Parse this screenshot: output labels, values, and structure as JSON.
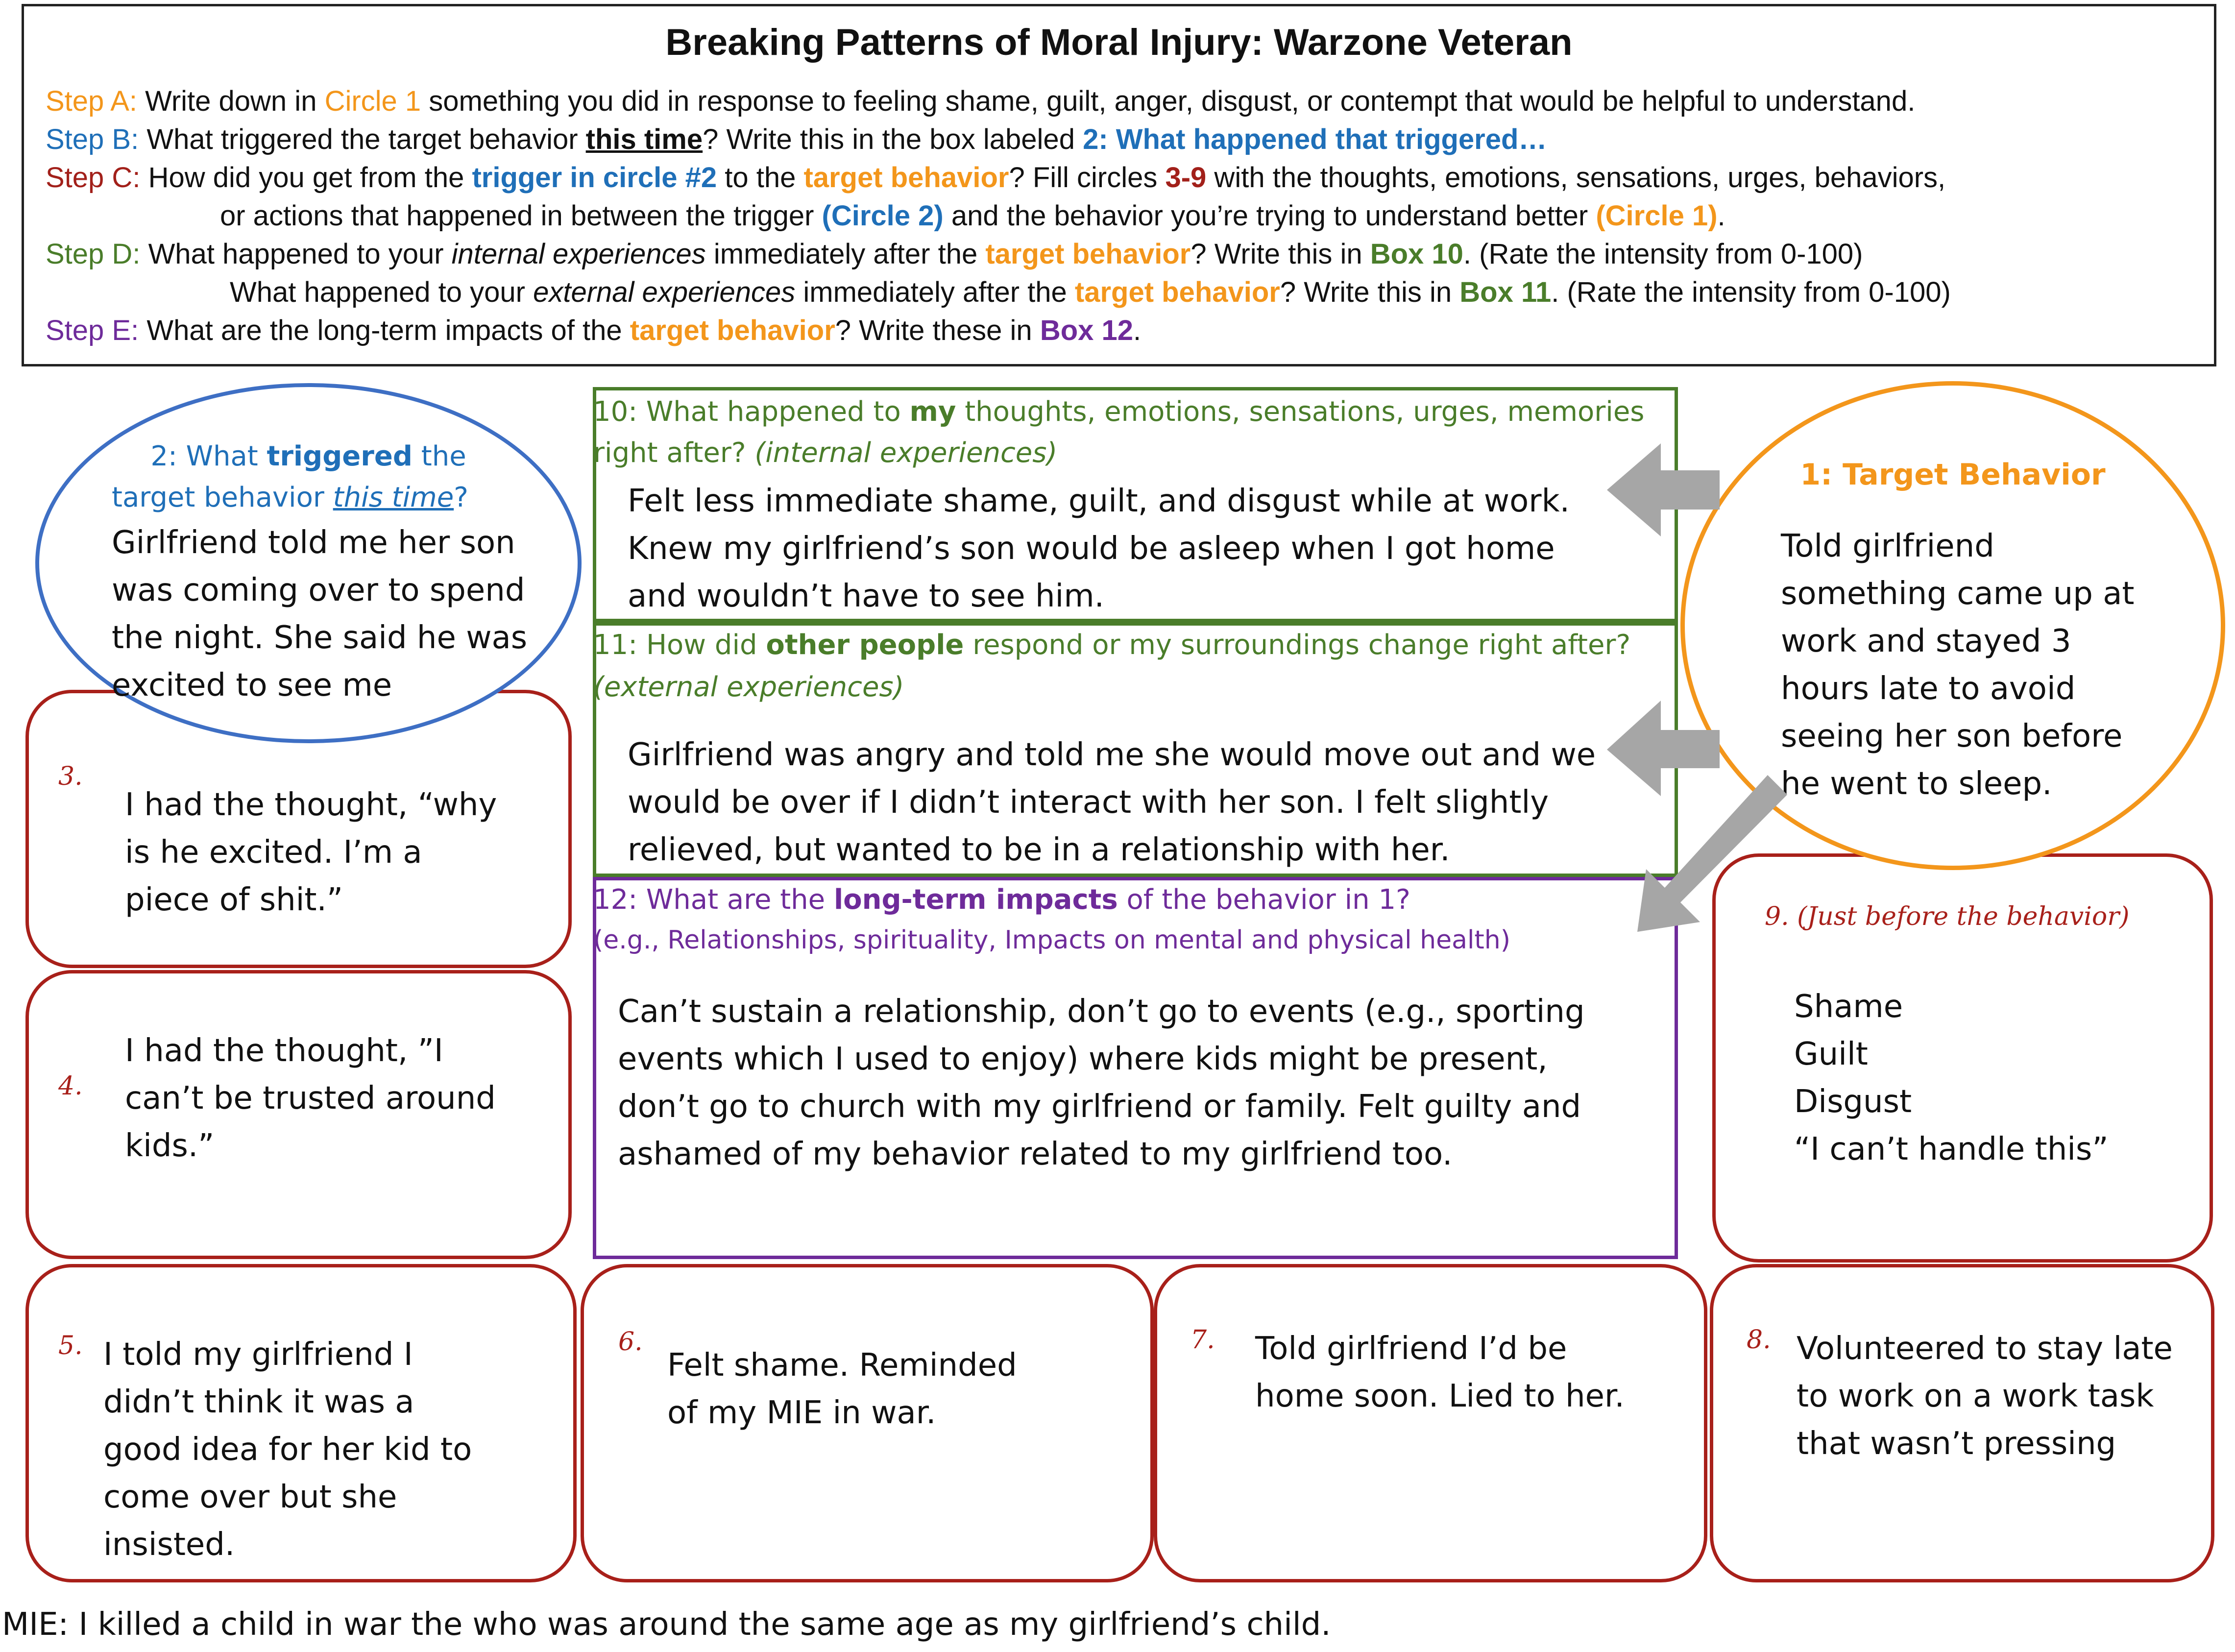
{
  "title": "Breaking Patterns of Moral Injury: Warzone Veteran",
  "steps": {
    "a": {
      "label": "Step A:",
      "t1": "Write down in ",
      "circle": "Circle 1",
      "t2": " something you did in response to feeling shame, guilt, anger, disgust, or contempt that would be helpful to understand."
    },
    "b": {
      "label": "Step B:",
      "t1": "What triggered the target behavior ",
      "this_time": "this time",
      "t2": "? Write this in the box labeled ",
      "box": "2: What happened that triggered…"
    },
    "c": {
      "label": "Step C:",
      "t1": "How did you get from the ",
      "trigger": "trigger in circle #2",
      "t2": " to the ",
      "target": "target behavior",
      "t3": "? Fill circles ",
      "range": "3-9",
      "t4": " with the thoughts, emotions, sensations, urges, behaviors,",
      "l2_t1": "or actions that happened in between the trigger ",
      "circle2": "(Circle 2)",
      "l2_t2": " and the behavior  you’re trying to understand better ",
      "circle1": "(Circle 1)",
      "l2_end": "."
    },
    "d": {
      "label": "Step D:",
      "t1": "What happened to your ",
      "internal": "internal experiences",
      "t2": " immediately after the ",
      "target": "target behavior",
      "t3": "? Write this in ",
      "box10": "Box 10",
      "t4": ". (Rate the intensity from 0-100)",
      "l2_t1": "What happened to your ",
      "external": "external  experiences",
      "l2_t2": " immediately after the ",
      "l2_target": "target behavior",
      "l2_t3": "? Write this in ",
      "box11": "Box 11",
      "l2_t4": ". (Rate the intensity from 0-100)"
    },
    "e": {
      "label": "Step E:",
      "t1": "What are the long-term impacts of the ",
      "target": "target behavior",
      "t2": "? Write these in ",
      "box12": "Box 12",
      "t3": "."
    }
  },
  "circle2": {
    "h1": "2: What ",
    "h_bold": "triggered",
    "h2": " the",
    "h3": "target behavior ",
    "h_this": "this time",
    "h4": "?",
    "lines": [
      "Girlfriend told me her son",
      "was coming over to spend",
      "the night. She said he was",
      "excited to see me"
    ]
  },
  "circle1": {
    "heading": "1: Target Behavior",
    "lines": [
      "Told girlfriend",
      "something came up at",
      "work and stayed 3",
      "hours late to avoid",
      "seeing her son before",
      "he went to sleep."
    ]
  },
  "box10": {
    "h1": "10: What happened to ",
    "h_bold": "my",
    "h2": " thoughts, emotions, sensations, urges, memories",
    "h3": "right after? ",
    "h_italic": "(internal experiences)",
    "lines": [
      "Felt less immediate shame, guilt, and disgust while at work.",
      "Knew my girlfriend’s son would be asleep when I got home",
      "and wouldn’t have to see him."
    ]
  },
  "box11": {
    "h1": "11: ",
    "h_n": "How did ",
    "h_bold": "other people",
    "h2": " respond  or my surroundings  change right after?",
    "h_italic": "(external experiences)",
    "lines": [
      "Girlfriend was angry and told me she would move out and we",
      "would be over if I didn’t interact with her son. I felt slightly",
      "relieved, but wanted to be in a relationship with her."
    ]
  },
  "box12": {
    "h1": "12: What are the ",
    "h_bold": "long-term impacts",
    "h2": " of the behavior in 1?",
    "h_sub": "(e.g., Relationships, spirituality, Impacts on mental and physical health)",
    "lines": [
      "Can’t sustain a relationship, don’t go to events (e.g., sporting",
      "events which I used to enjoy) where kids might be present,",
      "don’t go to church with my girlfriend or family. Felt guilty and",
      "ashamed of my behavior related to my girlfriend too."
    ]
  },
  "box3": {
    "num": "3.",
    "lines": [
      "I had the thought, “why",
      "is he excited. I’m a",
      "piece of shit.”"
    ]
  },
  "box4": {
    "num": "4.",
    "lines": [
      "I had the thought, ”I",
      "can’t be trusted around",
      "kids.”"
    ]
  },
  "box5": {
    "num": "5.",
    "lines": [
      "I told my girlfriend I",
      "didn’t think it was a",
      "good idea for her kid to",
      "come over but she",
      "insisted."
    ]
  },
  "box6": {
    "num": "6.",
    "lines": [
      "Felt shame. Reminded",
      "of my MIE in war."
    ]
  },
  "box7": {
    "num": "7.",
    "lines": [
      "Told girlfriend I’d be",
      "home soon.  Lied to her."
    ]
  },
  "box8": {
    "num": "8.",
    "lines": [
      "Volunteered to stay late",
      "to work on a work task",
      "that wasn’t pressing"
    ]
  },
  "box9": {
    "num": "9. (Just before the behavior)",
    "lines": [
      "Shame",
      "Guilt",
      "Disgust",
      "“I can’t handle this”"
    ]
  },
  "footnote": "MIE: I killed a child in war the who was around  the same age as my girlfriend’s  child.",
  "colors": {
    "orange": "#f3961b",
    "blue": "#1f6fb8",
    "dark_red": "#a8201a",
    "green": "#4a7d2a",
    "purple": "#6e2b9a",
    "arrow_gray": "#a6a6a6"
  }
}
